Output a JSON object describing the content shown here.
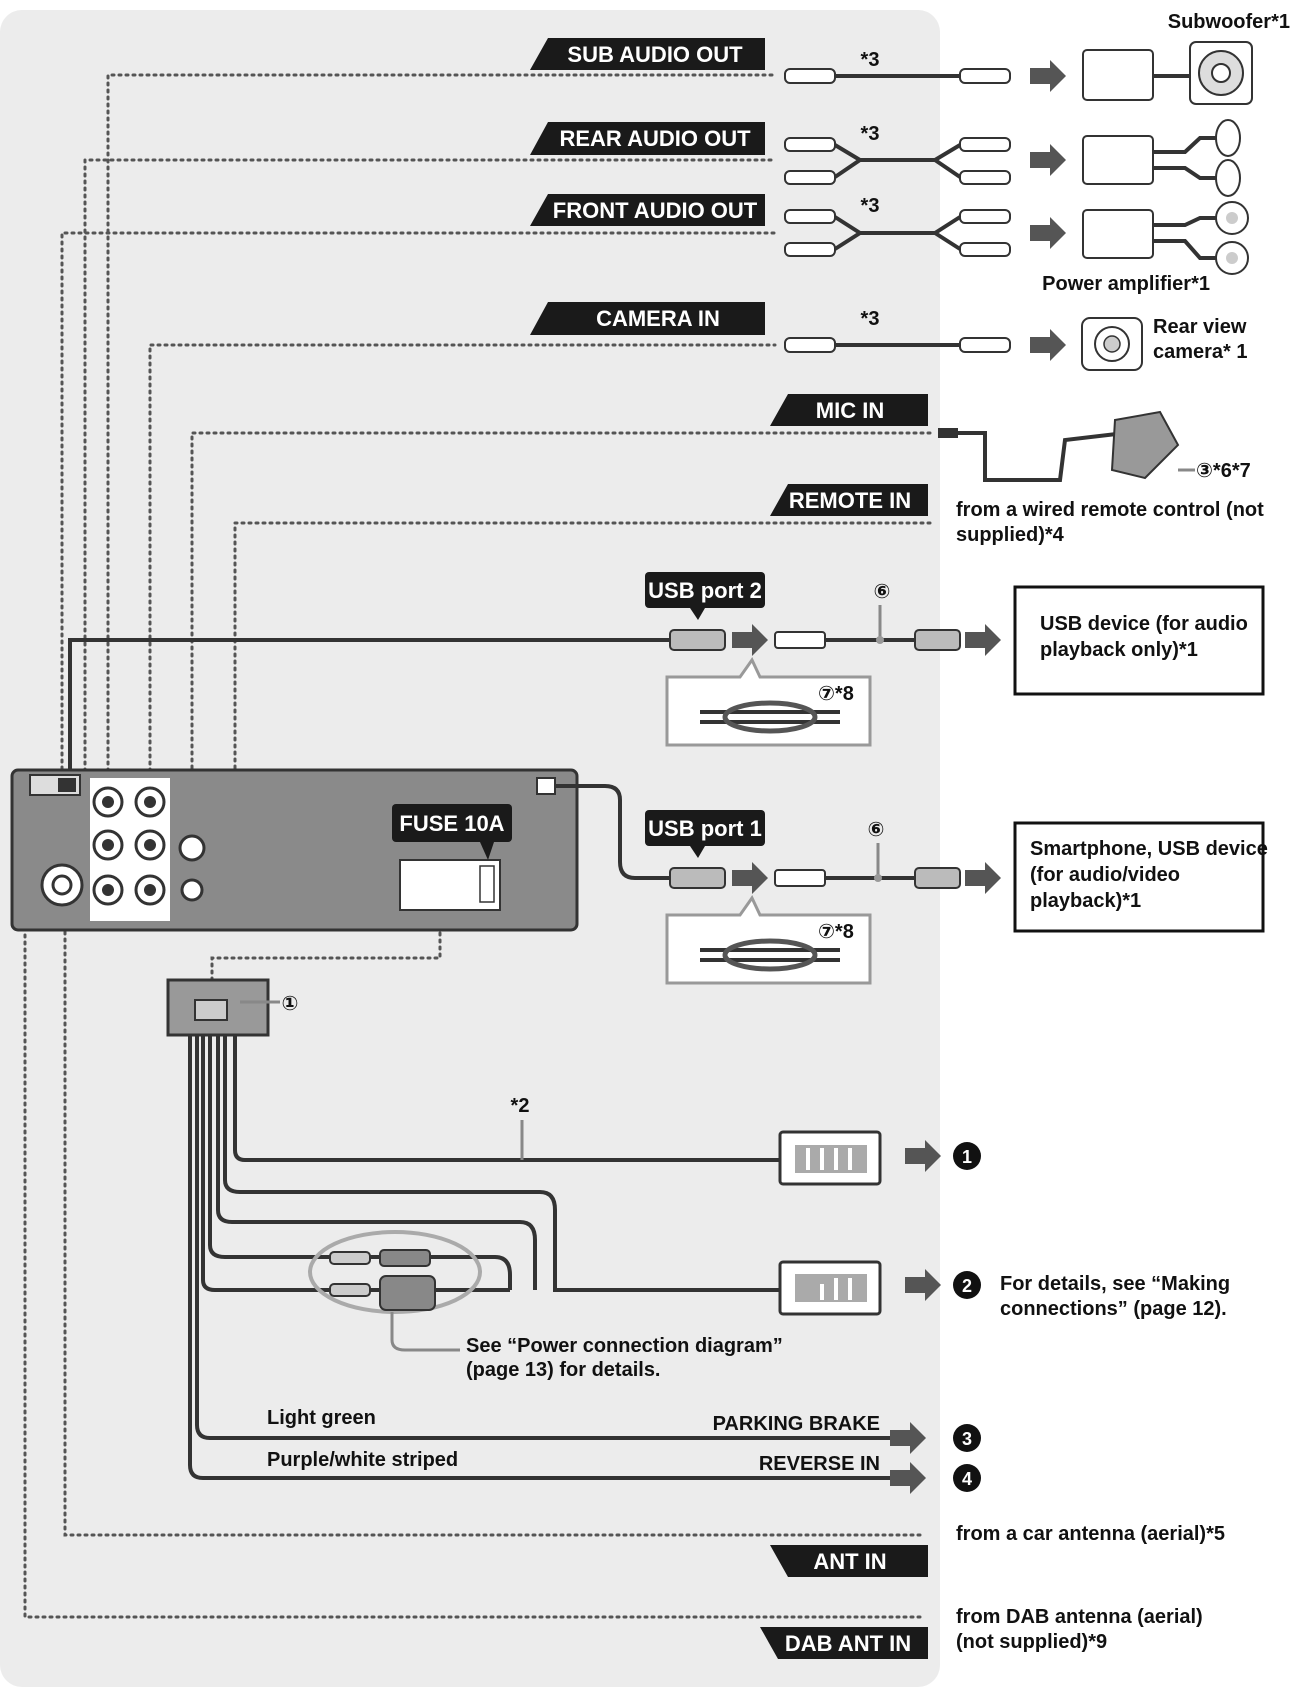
{
  "labels": {
    "sub_audio_out": "SUB AUDIO OUT",
    "rear_audio_out": "REAR AUDIO OUT",
    "front_audio_out": "FRONT AUDIO OUT",
    "camera_in": "CAMERA IN",
    "mic_in": "MIC IN",
    "remote_in": "REMOTE IN",
    "usb_port_2": "USB port 2",
    "usb_port_1": "USB port 1",
    "fuse": "FUSE 10A",
    "ant_in": "ANT IN",
    "dab_ant_in": "DAB ANT IN",
    "parking_brake": "PARKING BRAKE",
    "reverse_in": "REVERSE IN"
  },
  "devices": {
    "subwoofer": "Subwoofer*1",
    "power_amplifier": "Power amplifier*1",
    "rear_view_camera_line1": "Rear view",
    "rear_view_camera_line2": "camera* 1",
    "mic_ref": "③*6*7",
    "remote_note_line1": "from a wired remote control (not",
    "remote_note_line2": "supplied)*4",
    "usb_device_line1": "USB device (for audio",
    "usb_device_line2": "playback only)*1",
    "smartphone_line1": "Smartphone, USB device",
    "smartphone_line2": "(for audio/video",
    "smartphone_line3": "playback)*1"
  },
  "notes": {
    "star3": "*3",
    "star2": "*2",
    "ref1": "①",
    "ref6": "⑥",
    "ref7_8": "⑦*8",
    "power_diagram_line1": "See “Power connection diagram”",
    "power_diagram_line2": "(page 13) for details.",
    "making_connections_line1": "For details, see “Making",
    "making_connections_line2": "connections” (page 12).",
    "light_green": "Light green",
    "purple_white": "Purple/white striped",
    "car_antenna": "from a car antenna (aerial)*5",
    "dab_antenna_line1": "from DAB antenna (aerial)",
    "dab_antenna_line2": "(not supplied)*9"
  },
  "markers": [
    "❶",
    "❷",
    "❸",
    "❹"
  ],
  "colors": {
    "panel": "#ececec",
    "tag": "#1a1a1a",
    "unit": "#8a8a8a"
  }
}
